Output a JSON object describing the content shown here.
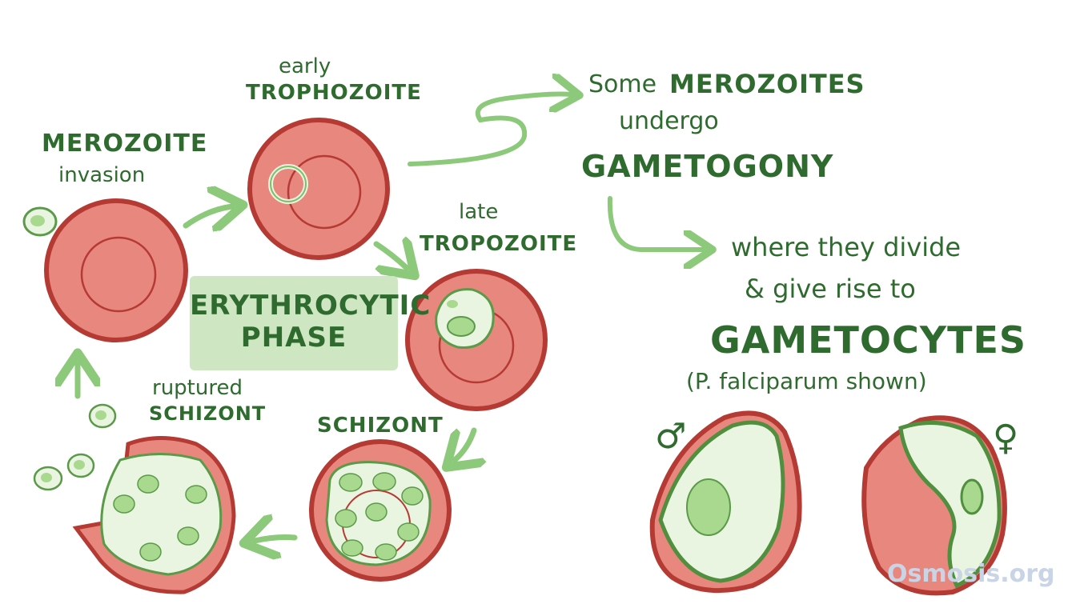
{
  "labels": {
    "merozoite_title": "MEROZOITE",
    "merozoite_sub": "invasion",
    "early_pre": "early",
    "early_title": "TROPHOZOITE",
    "late_pre": "late",
    "late_title": "TROPOZOITE",
    "schizont": "SCHIZONT",
    "ruptured_pre": "ruptured",
    "ruptured_title": "SCHIZONT",
    "phase_line1": "ERYTHROCYTIC",
    "phase_line2": "PHASE",
    "some_pre": "Some",
    "some_title": "MEROZOITES",
    "undergo": "undergo",
    "gametogony": "GAMETOGONY",
    "divide": "where they divide",
    "rise": "& give rise to",
    "gametocytes": "GAMETOCYTES",
    "falciparum": "(P. falciparum shown)"
  },
  "symbols": {
    "male": "♂",
    "female": "♀"
  },
  "watermark": "Osmosis.org",
  "colors": {
    "cell_fill": "#e8877e",
    "cell_rim": "#b53a33",
    "parasite_fill": "#e9f4e1",
    "parasite_rim": "#5a9a48",
    "nucleus": "#a9d98f",
    "arrow": "#8cc97a",
    "text": "#2f6b2f",
    "phase_bg": "#cfe6c3"
  }
}
